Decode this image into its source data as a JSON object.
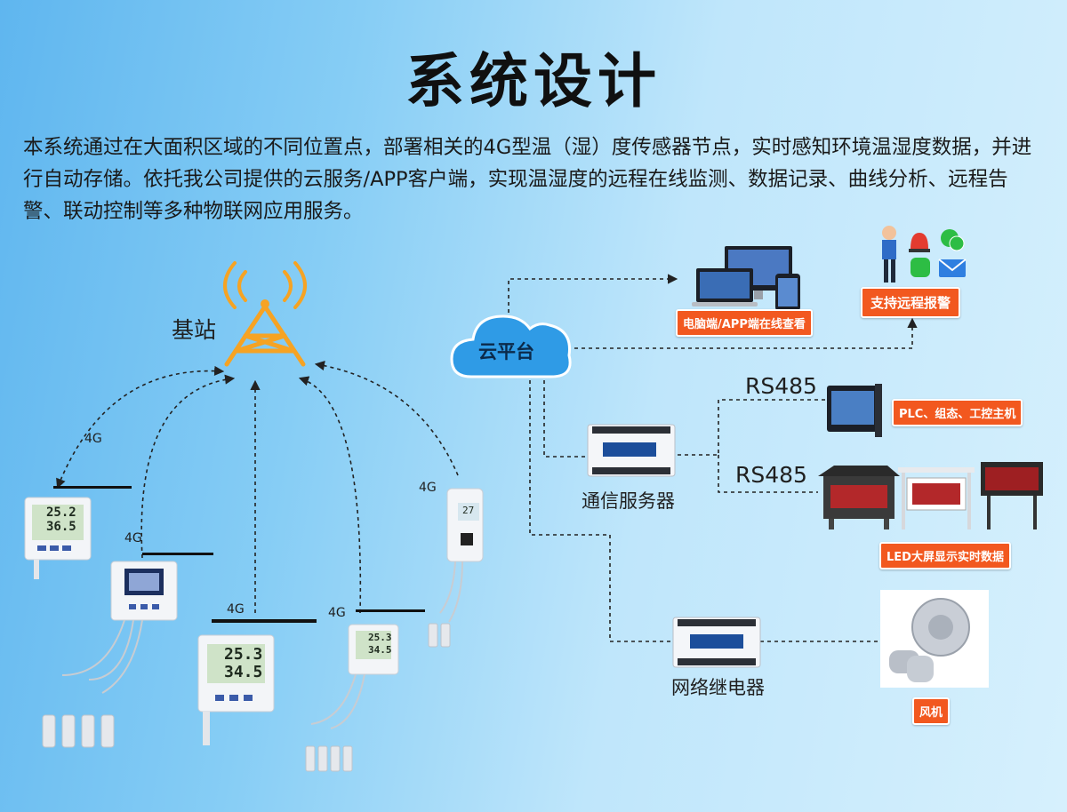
{
  "header": {
    "title": "系统设计",
    "description": "本系统通过在大面积区域的不同位置点，部署相关的4G型温（湿）度传感器节点，实时感知环境温湿度数据，并进行自动存储。依托我公司提供的云服务/APP客户端，实现温湿度的远程在线监测、数据记录、曲线分析、远程告警、联动控制等多种物联网应用服务。"
  },
  "diagram": {
    "base_station": "基站",
    "cloud": "云平台",
    "link_4g": "4G",
    "rs485": "RS485",
    "comm_server": "通信服务器",
    "relay": "网络继电器",
    "tags": {
      "pc_app": "电脑端/APP端在线查看",
      "alarm": "支持远程报警",
      "plc": "PLC、组态、工控主机",
      "led": "LED大屏显示实时数据",
      "fan": "风机"
    },
    "devices": {
      "d1_top": "25.2",
      "d1_bottom": "36.5",
      "d3_top": "25.3",
      "d3_bottom": "34.5",
      "d4_top": "25.3",
      "d4_bottom": "34.5",
      "d5_value": "27"
    }
  }
}
